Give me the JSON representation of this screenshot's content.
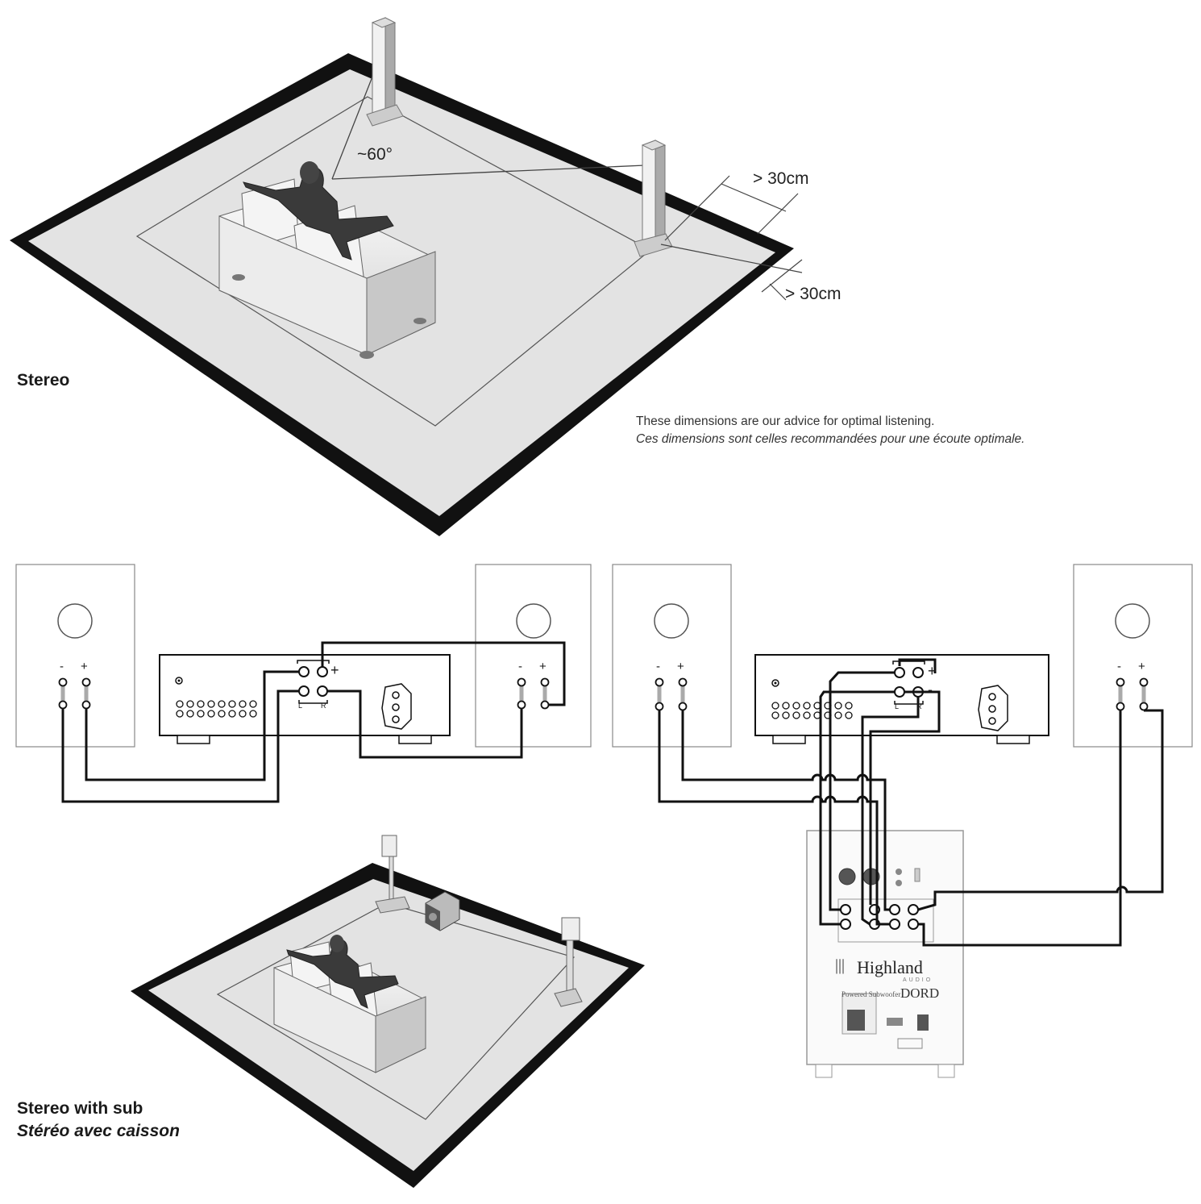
{
  "stereo": {
    "title": "Stereo",
    "angle_label": "~60°",
    "distance_side": "> 30cm",
    "distance_back": "> 30cm"
  },
  "note": {
    "line_en": "These dimensions are our advice for optimal listening.",
    "line_fr": "Ces dimensions sont celles recommandées pour une écoute optimale."
  },
  "stereo_sub": {
    "title_en": "Stereo with sub",
    "title_fr": "Stéréo avec caisson"
  },
  "terminals": {
    "minus": "-",
    "plus": "+",
    "left": "L",
    "right": "R"
  },
  "subwoofer": {
    "brand": "Highland",
    "brand_sub": "AUDIO",
    "model_prefix": "Powered Subwoofer",
    "model": "DORD"
  }
}
